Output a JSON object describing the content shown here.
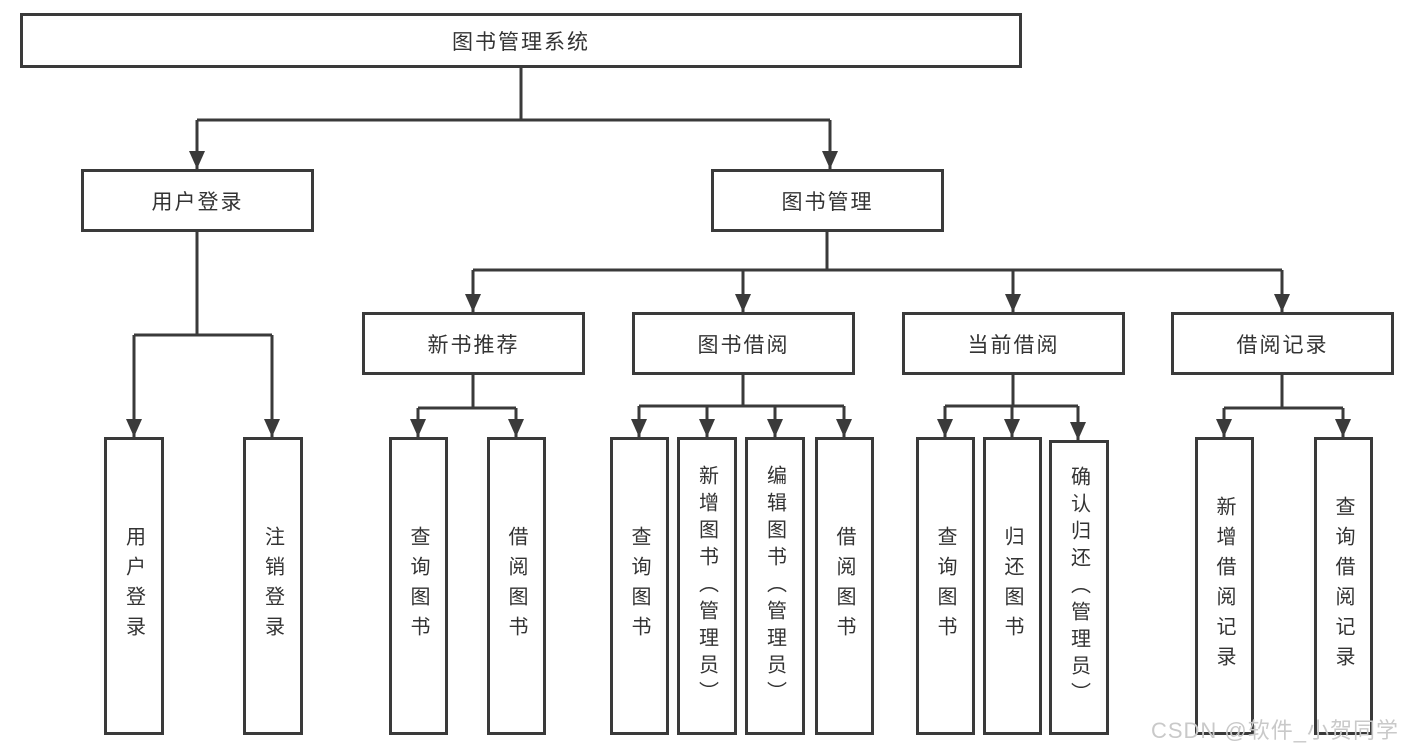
{
  "colors": {
    "line": "#3a3a3a",
    "box-border": "#3a3a3a",
    "text": "#333333",
    "background": "#ffffff",
    "watermark": "#c9c9c9"
  },
  "tree": {
    "root": {
      "label": "图书管理系统",
      "children": [
        {
          "label": "用户登录",
          "children": [
            {
              "label": "用户登录"
            },
            {
              "label": "注销登录"
            }
          ]
        },
        {
          "label": "图书管理",
          "children": [
            {
              "label": "新书推荐",
              "children": [
                {
                  "label": "查询图书"
                },
                {
                  "label": "借阅图书"
                }
              ]
            },
            {
              "label": "图书借阅",
              "children": [
                {
                  "label": "查询图书"
                },
                {
                  "label": "新增图书（管理员）"
                },
                {
                  "label": "编辑图书（管理员）"
                },
                {
                  "label": "借阅图书"
                }
              ]
            },
            {
              "label": "当前借阅",
              "children": [
                {
                  "label": "查询图书"
                },
                {
                  "label": "归还图书"
                },
                {
                  "label": "确认归还（管理员）"
                }
              ]
            },
            {
              "label": "借阅记录",
              "children": [
                {
                  "label": "新增借阅记录"
                },
                {
                  "label": "查询借阅记录"
                }
              ]
            }
          ]
        }
      ]
    }
  },
  "watermark": {
    "text": "CSDN @软件_小贺同学"
  }
}
